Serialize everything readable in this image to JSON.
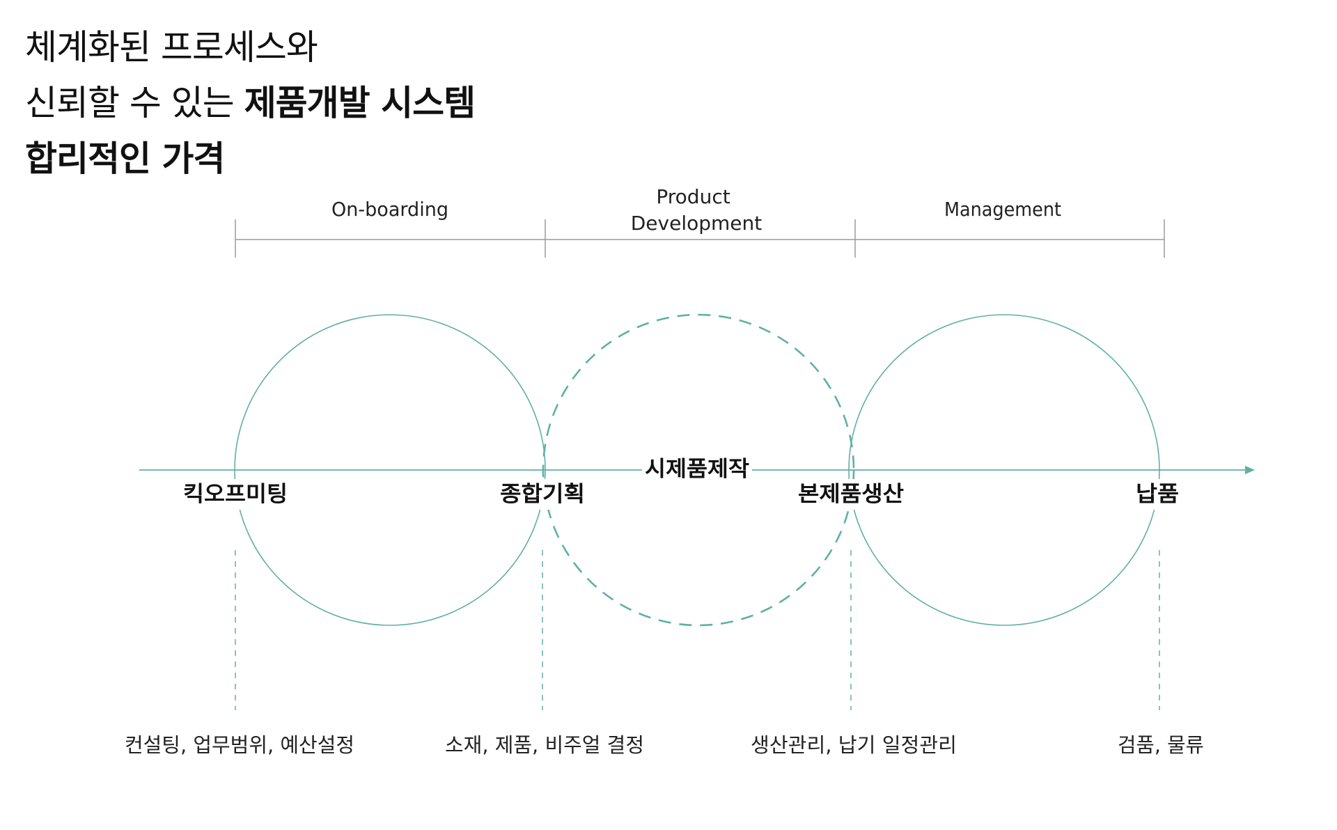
{
  "headline": {
    "line1": "체계화된 프로세스와",
    "line2_regular": "신뢰할 수 있는 ",
    "line2_bold": "제품개발 시스템",
    "line3_bold": "합리적인 가격"
  },
  "phases": [
    {
      "label_lines": [
        "On-boarding"
      ]
    },
    {
      "label_lines": [
        "Product",
        "Development"
      ]
    },
    {
      "label_lines": [
        "Management"
      ]
    }
  ],
  "stages": [
    {
      "label": "킥오프미팅",
      "detail": "컨설팅, 업무범위, 예산설정"
    },
    {
      "label": "종합기획",
      "detail": "소재, 제품, 비주얼 결정"
    },
    {
      "label": "본제품생산",
      "detail": "생산관리, 납기 일정관리"
    },
    {
      "label": "납품",
      "detail": "검품, 물류"
    }
  ],
  "center_step": {
    "label": "시제품제작"
  },
  "colors": {
    "teal": "#5fb0a2",
    "gray_line": "#9a9a9a",
    "text": "#111111"
  },
  "icons": {
    "timeline_arrow": "arrow-right-icon"
  }
}
